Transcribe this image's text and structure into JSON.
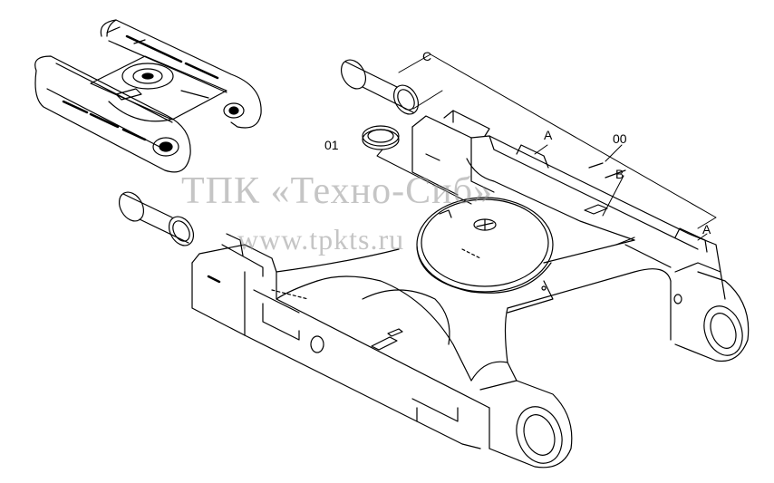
{
  "labels": {
    "c": "C",
    "p01": "01",
    "a1": "A",
    "p00": "00",
    "b": "B",
    "a2": "A"
  },
  "watermark": {
    "line1": "ТПК «Техно-Сиб»",
    "line2": "www.tpkts.ru"
  },
  "colors": {
    "line": "#000000",
    "watermark": "#969696",
    "background": "#ffffff"
  }
}
